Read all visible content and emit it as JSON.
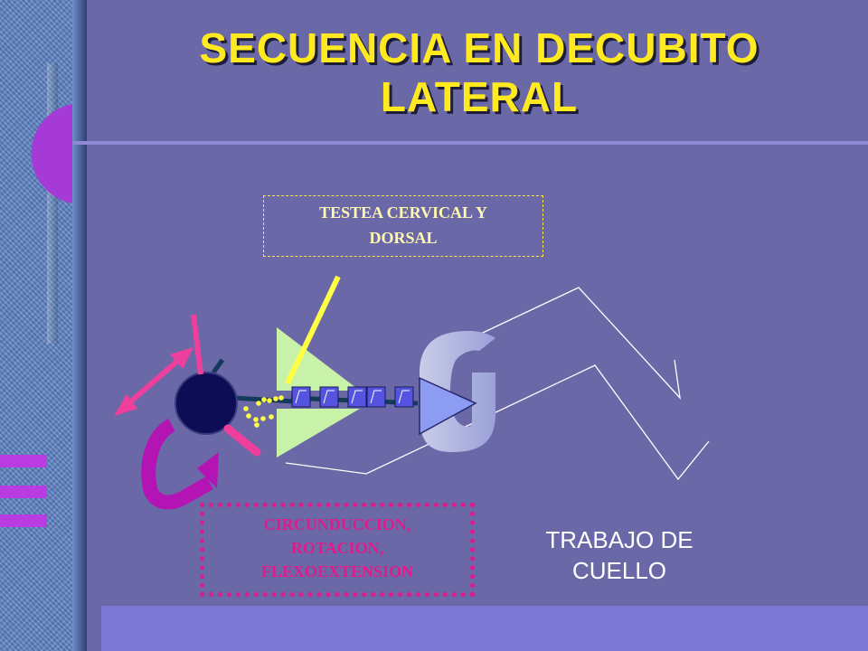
{
  "slide": {
    "title_line1": "SECUENCIA EN DECUBITO",
    "title_line2": "LATERAL"
  },
  "labels": {
    "testea_line1": "TESTEA CERVICAL Y",
    "testea_line2": "DORSAL",
    "circ_line1": "CIRCUNDUCCION,",
    "circ_line2": "ROTACION,",
    "circ_line3": "FLEXOEXTENSION",
    "trabajo_line1": "TRABAJO DE",
    "trabajo_line2": "CUELLO"
  },
  "colors": {
    "background": "#6b68a8",
    "title": "#ffea20",
    "arrow_pink": "#ee3f9c",
    "arrow_magenta": "#b414b4",
    "yellow": "#ffff44",
    "head": "#0d0d55"
  }
}
